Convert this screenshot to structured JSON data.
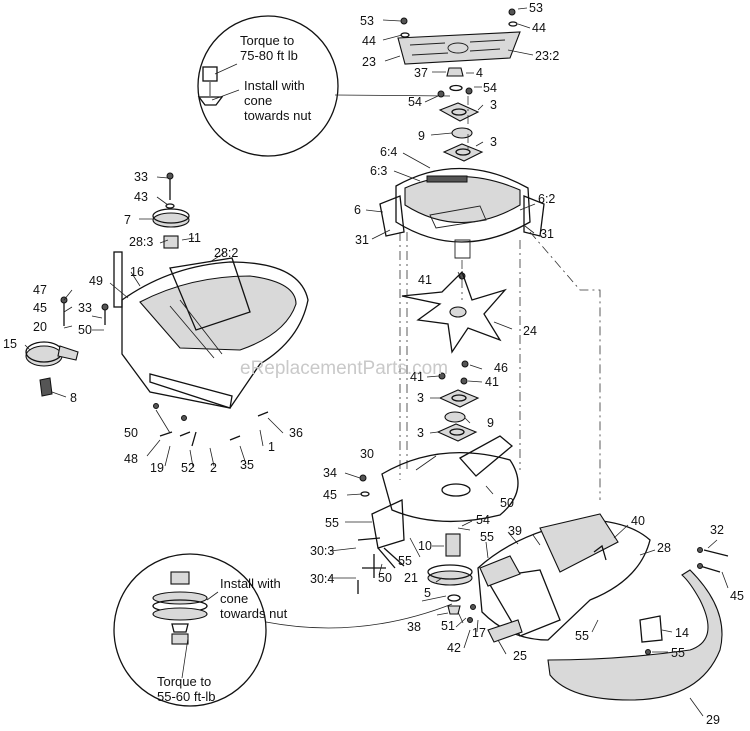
{
  "callout_top": {
    "torque": "Torque to",
    "torque_value": "75-80 ft lb",
    "install_1": "Install with",
    "install_2": "cone",
    "install_3": "towards nut"
  },
  "callout_bottom": {
    "install_1": "Install with",
    "install_2": "cone",
    "install_3": "towards nut",
    "torque": "Torque to",
    "torque_value": "55-60 ft-lb"
  },
  "watermark": "eReplacementParts.com",
  "labels": {
    "l53a": "53",
    "l53b": "53",
    "l44a": "44",
    "l44b": "44",
    "l23": "23",
    "l23_2": "23:2",
    "l37": "37",
    "l4": "4",
    "l54a": "54",
    "l54b": "54",
    "l3a": "3",
    "l9a": "9",
    "l3b": "3",
    "l6_4": "6:4",
    "l6_3": "6:3",
    "l6": "6",
    "l6_2": "6:2",
    "l31a": "31",
    "l31b": "31",
    "l41a": "41",
    "l24": "24",
    "l46": "46",
    "l41b": "41",
    "l41c": "41",
    "l3c": "3",
    "l9b": "9",
    "l3d": "3",
    "l33a": "33",
    "l43": "43",
    "l7": "7",
    "l28_3": "28:3",
    "l11": "11",
    "l28_2": "28:2",
    "l49": "49",
    "l16": "16",
    "l47": "47",
    "l45a": "45",
    "l33b": "33",
    "l20": "20",
    "l50a": "50",
    "l15": "15",
    "l8": "8",
    "l50b": "50",
    "l36": "36",
    "l1": "1",
    "l48": "48",
    "l19": "19",
    "l52": "52",
    "l2": "2",
    "l35": "35",
    "l30": "30",
    "l34": "34",
    "l45b": "45",
    "l50c": "50",
    "l55a": "55",
    "l54c": "54",
    "l55b": "55",
    "l10": "10",
    "l55c": "55",
    "l39": "39",
    "l40": "40",
    "l28": "28",
    "l32": "32",
    "l30_3": "30:3",
    "l50d": "50",
    "l21": "21",
    "l30_4": "30:4",
    "l45c": "45",
    "l5": "5",
    "l38": "38",
    "l51": "51",
    "l17": "17",
    "l42": "42",
    "l25": "25",
    "l55d": "55",
    "l14": "14",
    "l55e": "55",
    "l29": "29"
  }
}
